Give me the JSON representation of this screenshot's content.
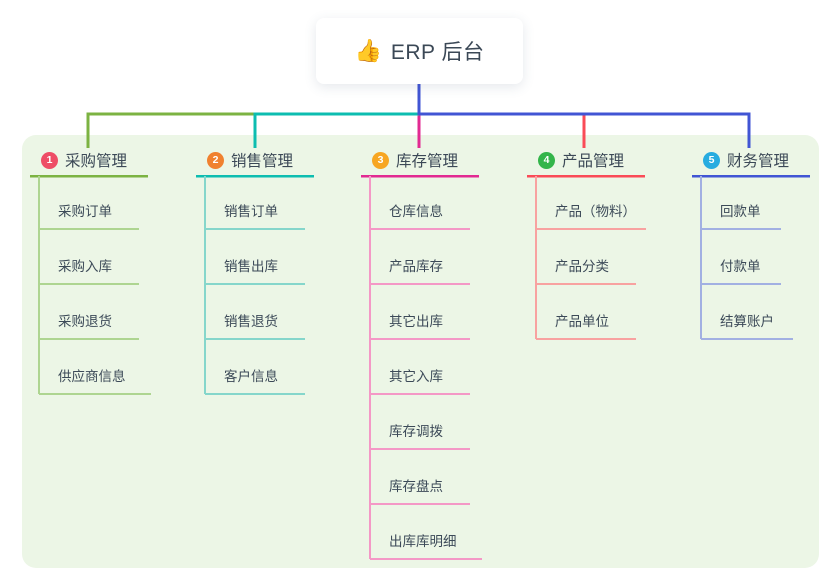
{
  "root": {
    "icon": "👍",
    "title": "ERP 后台"
  },
  "panel_color": "#ecf6e6",
  "text_color": "#3b4856",
  "branches": [
    {
      "index": "1",
      "label": "采购管理",
      "badge_color": "#ee4d66",
      "color": "#7cb342",
      "color_light": "#aed591",
      "children": [
        "采购订单",
        "采购入库",
        "采购退货",
        "供应商信息"
      ]
    },
    {
      "index": "2",
      "label": "销售管理",
      "badge_color": "#f0812f",
      "color": "#0dbdb0",
      "color_light": "#85d6cb",
      "children": [
        "销售订单",
        "销售出库",
        "销售退货",
        "客户信息"
      ]
    },
    {
      "index": "3",
      "label": "库存管理",
      "badge_color": "#f7a622",
      "color": "#e22a92",
      "color_light": "#f498c6",
      "children": [
        "仓库信息",
        "产品库存",
        "其它出库",
        "其它入库",
        "库存调拨",
        "库存盘点",
        "出库库明细"
      ]
    },
    {
      "index": "4",
      "label": "产品管理",
      "badge_color": "#33b54a",
      "color": "#fa4b57",
      "color_light": "#f8a2a0",
      "children": [
        "产品（物料）",
        "产品分类",
        "产品单位"
      ]
    },
    {
      "index": "5",
      "label": "财务管理",
      "badge_color": "#27ace0",
      "color": "#4155d4",
      "color_light": "#a2b0e2",
      "children": [
        "回款单",
        "付款单",
        "结算账户"
      ]
    }
  ]
}
